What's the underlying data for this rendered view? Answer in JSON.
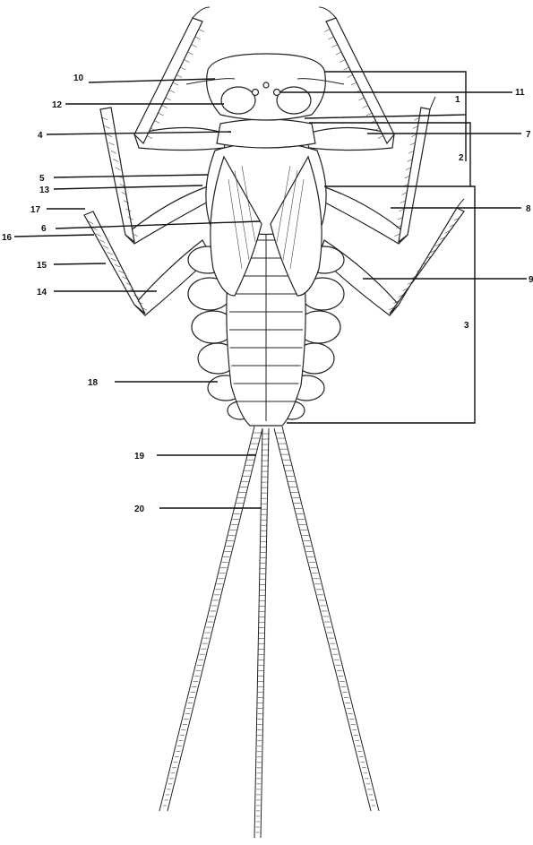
{
  "diagram": {
    "labels": [
      {
        "id": "l1",
        "text": "1"
      },
      {
        "id": "l2",
        "text": "2"
      },
      {
        "id": "l3",
        "text": "3"
      },
      {
        "id": "l4",
        "text": "4"
      },
      {
        "id": "l5",
        "text": "5"
      },
      {
        "id": "l6",
        "text": "6"
      },
      {
        "id": "l7",
        "text": "7"
      },
      {
        "id": "l8",
        "text": "8"
      },
      {
        "id": "l9",
        "text": "9"
      },
      {
        "id": "l10",
        "text": "10"
      },
      {
        "id": "l11",
        "text": "11"
      },
      {
        "id": "l12",
        "text": "12"
      },
      {
        "id": "l13",
        "text": "13"
      },
      {
        "id": "l14",
        "text": "14"
      },
      {
        "id": "l15",
        "text": "15"
      },
      {
        "id": "l16",
        "text": "16"
      },
      {
        "id": "l17",
        "text": "17"
      },
      {
        "id": "l18",
        "text": "18"
      },
      {
        "id": "l19",
        "text": "19"
      },
      {
        "id": "l20",
        "text": "20"
      }
    ]
  }
}
